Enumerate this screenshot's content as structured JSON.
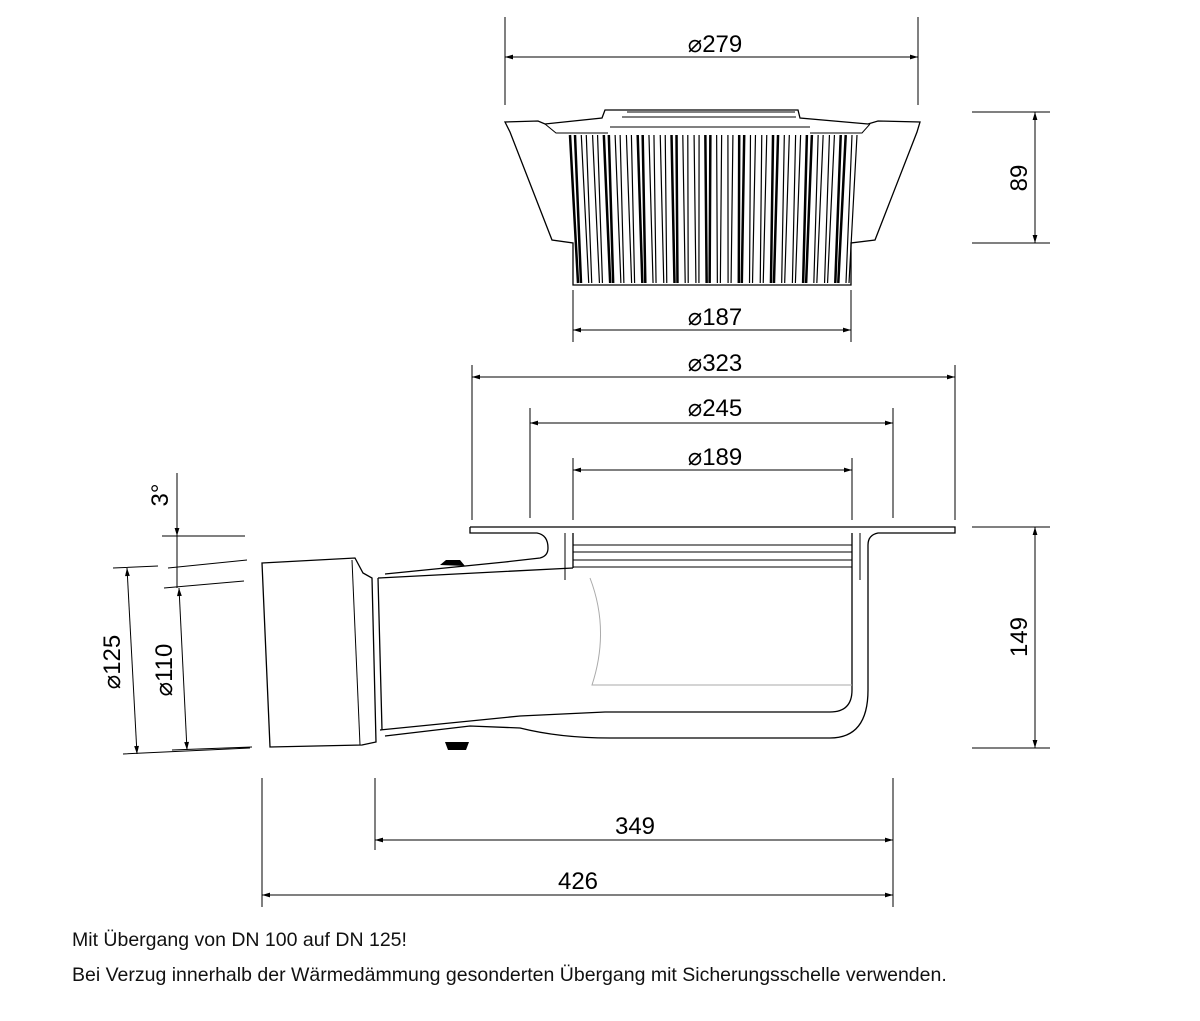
{
  "dimensions": {
    "grate_diameter": "⌀279",
    "grate_neck_diameter": "⌀187",
    "grate_height": "89",
    "flange_diameter": "⌀323",
    "clamp_diameter": "⌀245",
    "bowl_diameter": "⌀189",
    "body_height": "149",
    "outlet_length_inner": "349",
    "outlet_length_total": "426",
    "slope_angle": "3°",
    "outlet_outer_diameter": "⌀125",
    "outlet_inner_diameter": "⌀110"
  },
  "notes": [
    "Mit Übergang von DN 100 auf DN 125!",
    "Bei Verzug innerhalb der Wärmedämmung gesonderten Übergang mit Sicherungsschelle verwenden."
  ]
}
